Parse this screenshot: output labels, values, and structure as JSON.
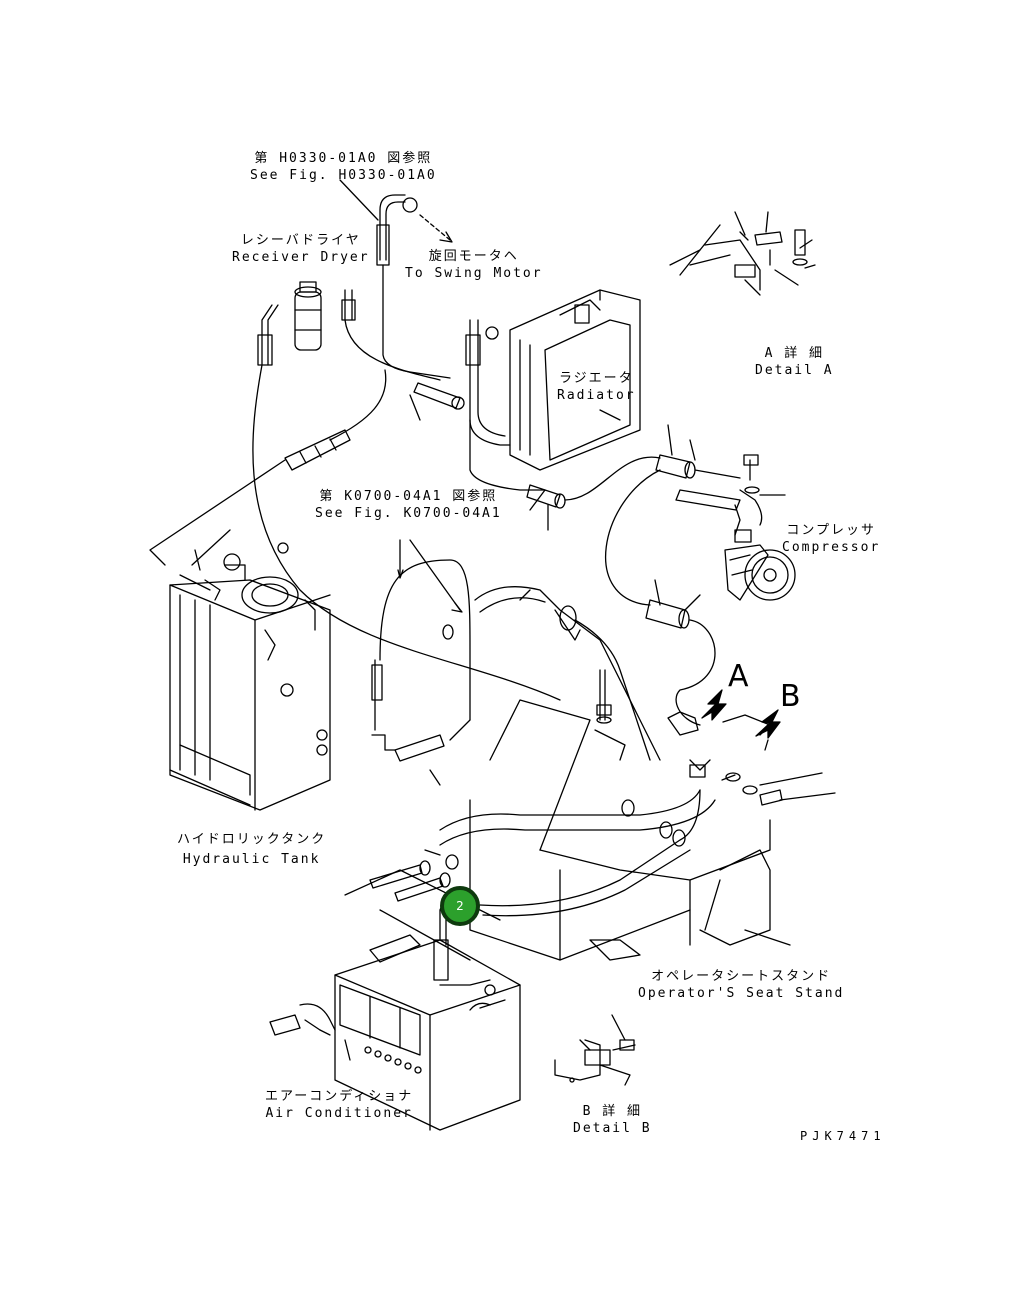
{
  "labels": {
    "ref_h0330_jp": "第 H0330-01A0 図参照",
    "ref_h0330_en": "See Fig. H0330-01A0",
    "receiver_dryer_jp": "レシーバドライヤ",
    "receiver_dryer_en": "Receiver Dryer",
    "swing_motor_jp": "旋回モータヘ",
    "swing_motor_en": "To Swing Motor",
    "detail_a_jp": "A 詳 細",
    "detail_a_en": "Detail A",
    "radiator_jp": "ラジエータ",
    "radiator_en": "Radiator",
    "ref_k0700_jp": "第 K0700-04A1 図参照",
    "ref_k0700_en": "See Fig. K0700-04A1",
    "compressor_jp": "コンプレッサ",
    "compressor_en": "Compressor",
    "view_a": "A",
    "view_b": "B",
    "hydraulic_tank_jp": "ハイドロリックタンク",
    "hydraulic_tank_en": "Hydraulic Tank",
    "seat_stand_jp": "オペレータシートスタンド",
    "seat_stand_en": "Operator'S Seat Stand",
    "air_conditioner_jp": "エアーコンディショナ",
    "air_conditioner_en": "Air Conditioner",
    "detail_b_jp": "B 詳 細",
    "detail_b_en": "Detail B",
    "drawing_code": "PJK7471"
  },
  "callouts": [
    {
      "number": "2",
      "color": "#2ca02c"
    }
  ]
}
